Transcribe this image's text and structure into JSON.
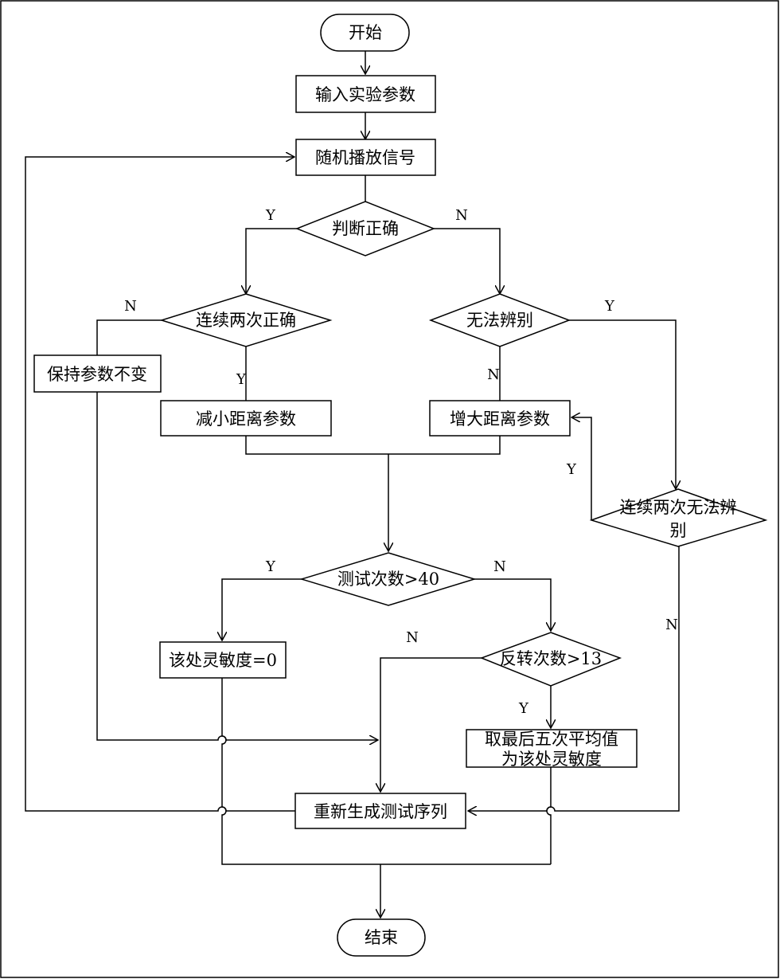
{
  "nodes": {
    "start": "开始",
    "input_params": "输入实验参数",
    "play_signal": "随机播放信号",
    "judge_correct": "判断正确",
    "two_correct": "连续两次正确",
    "cannot_distinguish": "无法辨别",
    "keep_params": "保持参数不变",
    "decrease_distance": "减小距离参数",
    "increase_distance": "增大距离参数",
    "two_cannot_line1": "连续两次无法辨",
    "two_cannot_line2": "别",
    "test_count": "测试次数>40",
    "sensitivity_zero": "该处灵敏度=0",
    "reversal_count": "反转次数>13",
    "avg_line1": "取最后五次平均值",
    "avg_line2": "为该处灵敏度",
    "regenerate": "重新生成测试序列",
    "end": "结束"
  },
  "edges": {
    "judge_yes": "Y",
    "judge_no": "N",
    "two_correct_no": "N",
    "two_correct_yes": "Y",
    "cannot_yes": "Y",
    "cannot_no": "N",
    "two_cannot_yes": "Y",
    "two_cannot_no": "N",
    "test_yes": "Y",
    "test_no": "N",
    "reversal_no": "N",
    "reversal_yes": "Y"
  }
}
